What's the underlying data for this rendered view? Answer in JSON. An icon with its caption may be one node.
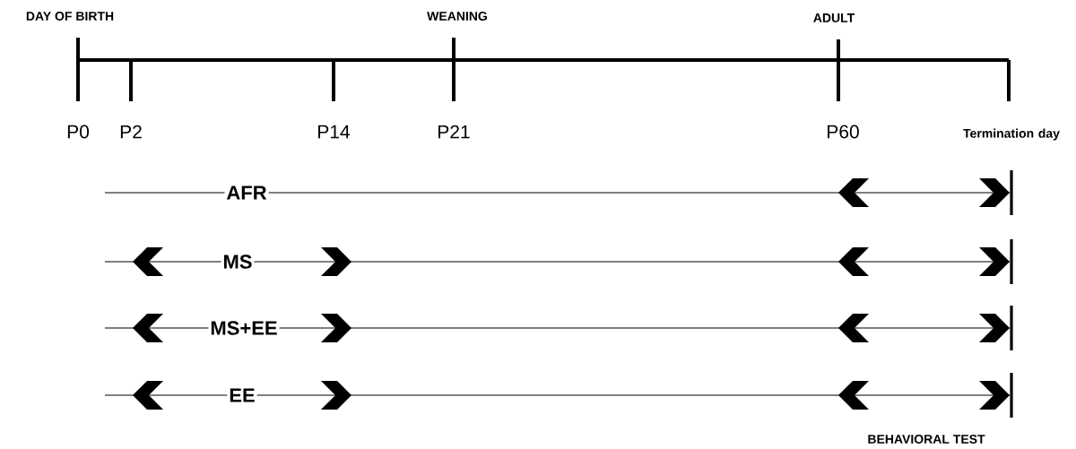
{
  "diagram": {
    "labels": [
      "DAY OF BIRTH",
      "WEANING",
      "ADULT",
      "P0",
      "P2",
      "P14",
      "P21",
      "P60",
      "Termination day",
      "AFR",
      "MS",
      "MS+EE",
      "EE",
      "BEHAVIORAL TEST"
    ]
  }
}
